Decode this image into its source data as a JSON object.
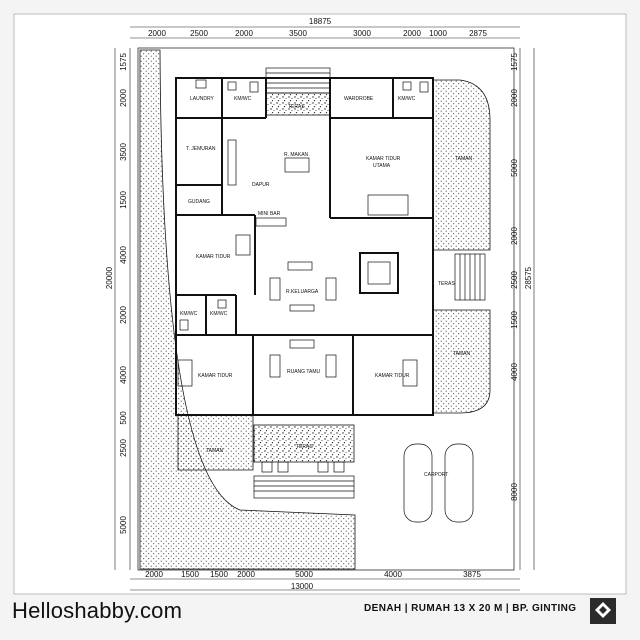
{
  "top_total": "18875",
  "top_dims": [
    "2000",
    "2500",
    "2000",
    "3500",
    "3000",
    "2000",
    "1000",
    "2875"
  ],
  "bottom_dims": [
    "2000",
    "1500",
    "1500",
    "2000",
    "5000",
    "4000",
    "3875"
  ],
  "bottom_total": "13000",
  "left_dims": [
    "1575",
    "2000",
    "3500",
    "1500",
    "4000",
    "2000",
    "4000",
    "500",
    "2500",
    "5000"
  ],
  "left_total": "20000",
  "right_dims": [
    "1575",
    "2000",
    "5000",
    "2000",
    "2500",
    "1500",
    "4000",
    "8000"
  ],
  "right_total": "28575",
  "rooms": {
    "laundry": "LAUNDRY",
    "km_wc_1": "KM/WC",
    "teras_top": "TERAS",
    "wardrobe": "WARDROBE",
    "km_wc_2": "KM/WC",
    "jemuran": "T. JEMURAN",
    "makan": "R. MAKAN",
    "dapur": "DAPUR",
    "gudang": "GUDANG",
    "mini_bar": "MINI BAR",
    "kamar_utama_1": "KAMAR TIDUR",
    "kamar_utama_2": "UTAMA",
    "taman_right_top": "TAMAN",
    "kamar_tidur_left": "KAMAR TIDUR",
    "keluarga": "R.KELUARGA",
    "teras_right": "TERAS",
    "km_wc_3": "KM/WC",
    "km_wc_4": "KM/WC",
    "taman_right_mid": "TAMAN",
    "kamar_tidur_bl": "KAMAR TIDUR",
    "ruang_tamu": "RUANG TAMU",
    "kamar_tidur_br": "KAMAR TIDUR",
    "taman_left": "TAMAN",
    "teras_front": "TERAS",
    "carport": "CARPORT"
  },
  "footer": {
    "brand": "Helloshabby.com",
    "caption": "DENAH | RUMAH 13 X 20 M | BP. GINTING"
  }
}
